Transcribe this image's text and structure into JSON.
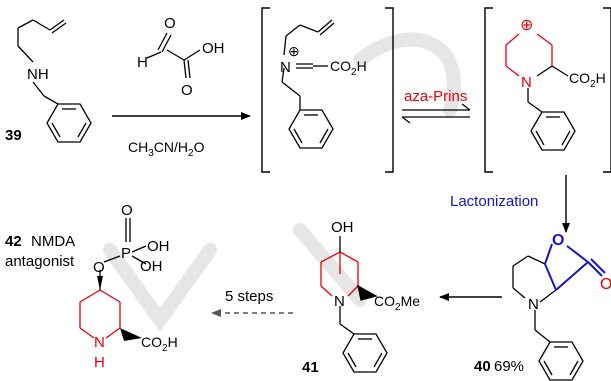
{
  "colors": {
    "bond": "#000000",
    "highlight_red": "#e8000b",
    "highlight_blue": "#1515c8",
    "watermark": "#d4d4d4",
    "background": "#ffffff"
  },
  "compound_39": {
    "number": "39",
    "amine_label": "NH"
  },
  "reagent_glyoxylic_acid": {
    "aldehyde_o": "O",
    "aldehyde_h": "H",
    "oh": "OH",
    "keto_o": "O"
  },
  "conditions_step1": {
    "solvent": "CH3CN/H2O"
  },
  "iminium_intermediate": {
    "charge_symbol": "⊕",
    "nitrogen": "N",
    "acid_group": "CO2H"
  },
  "equilibrium": {
    "label": "aza-Prins"
  },
  "cation_intermediate": {
    "charge_symbol": "⊕",
    "nitrogen": "N",
    "acid_group": "CO2H"
  },
  "step_lactonization": {
    "label": "Lactonization"
  },
  "compound_40": {
    "number": "40",
    "yield": "69%",
    "ring_o": "O",
    "carbonyl_o": "O",
    "nitrogen": "N"
  },
  "compound_41": {
    "number": "41",
    "hydroxyl": "OH",
    "nitrogen": "N",
    "ester_group": "CO2Me"
  },
  "step_final": {
    "label": "5 steps"
  },
  "compound_42": {
    "number": "42",
    "descriptor_line1": "NMDA",
    "descriptor_line2": "antagonist",
    "p_o_double": "O",
    "phosphorus": "P",
    "p_oh1": "OH",
    "p_oh2": "OH",
    "ester_o": "O",
    "nh": "N",
    "nh_h": "H",
    "acid_group": "CO2H"
  }
}
